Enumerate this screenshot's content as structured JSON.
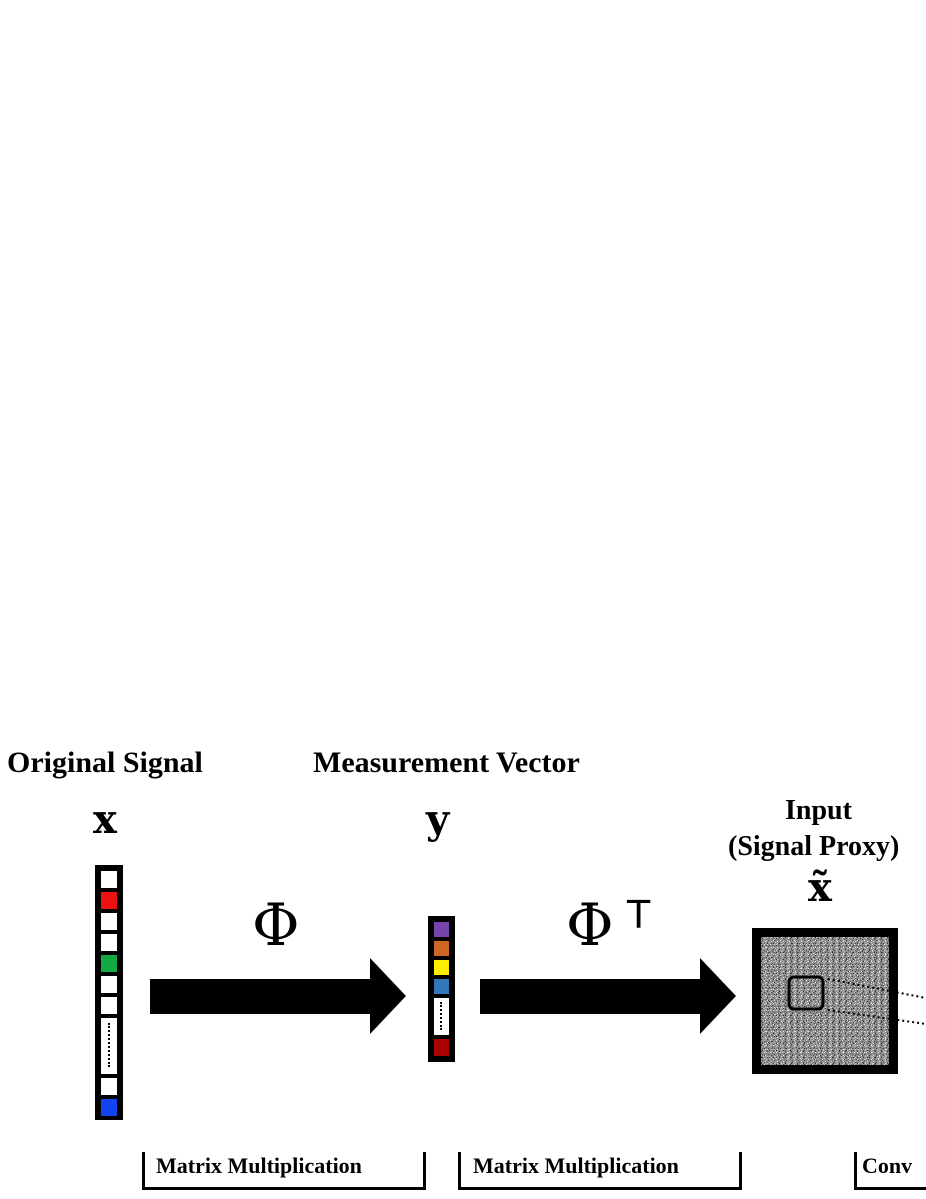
{
  "labels": {
    "original_signal": "Original Signal",
    "measurement_vector": "Measurement Vector",
    "input_line1": "Input",
    "input_line2": "(Signal Proxy)"
  },
  "symbols": {
    "x": "x",
    "y": "y",
    "x_tilde": "x̃",
    "phi": "Φ",
    "phi_transpose": "Φ",
    "transpose_mark": "T"
  },
  "brackets": [
    "Matrix Multiplication",
    "Matrix Multiplication",
    "Conv"
  ],
  "colors": {
    "x_vector_cells": [
      "#ffffff",
      "#ee1111",
      "#ffffff",
      "#ffffff",
      "#11aa44",
      "#ffffff",
      "#ffffff",
      "dotted",
      "#ffffff",
      "#1144ee"
    ],
    "y_vector_cells": [
      "#7744aa",
      "#cc6622",
      "#ffee00",
      "#3377bb",
      "dotted",
      "#aa0000"
    ],
    "arrow": "#000000",
    "proxy_noise": "#8a8a8a"
  }
}
